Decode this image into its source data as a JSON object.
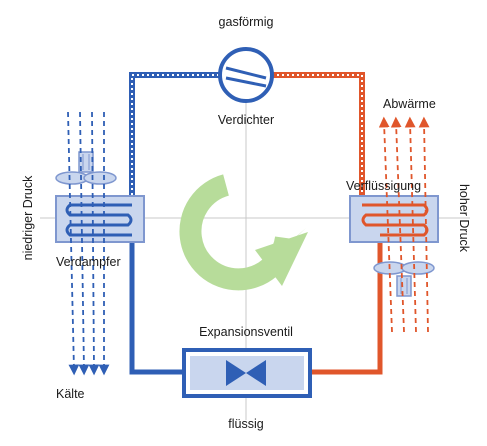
{
  "labels": {
    "gas_state": "gasförmig",
    "compressor": "Verdichter",
    "waste_heat": "Abwärme",
    "condenser": "Verflüssigung",
    "high_pressure": "hoher Druck",
    "low_pressure": "niedriger Druck",
    "evaporator": "Verdampfer",
    "expansion_valve": "Expansionsventil",
    "cold": "Kälte",
    "liquid_state": "flüssig"
  },
  "colors": {
    "cold_line": "#2f5fb5",
    "hot_line": "#e0562b",
    "component_fill": "#c9d6ee",
    "component_stroke": "#7f97cf",
    "cycle_arrow": "#b7dc9a",
    "axis_line": "#c8c8c8"
  },
  "icons": [
    "compressor-icon",
    "expansion-valve-icon",
    "fan-icon",
    "cycle-arrow-icon"
  ]
}
